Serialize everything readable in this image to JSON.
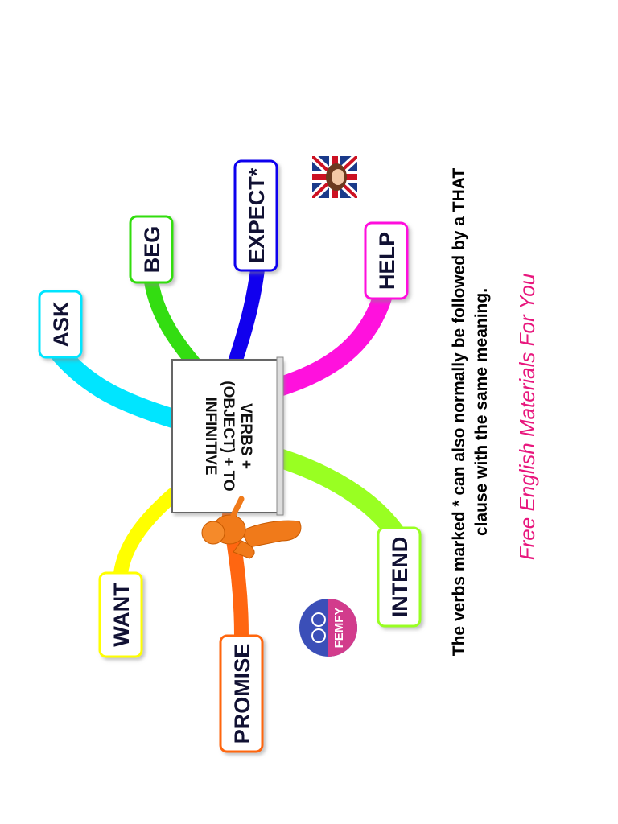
{
  "center": {
    "line1": "VERBS +",
    "line2": "(OBJECT) + TO",
    "line3": "INFINITIVE"
  },
  "nodes": [
    {
      "id": "ask",
      "label": "ASK",
      "color": "#00e5ff"
    },
    {
      "id": "beg",
      "label": "BEG",
      "color": "#33dd11"
    },
    {
      "id": "expect",
      "label": "EXPECT*",
      "color": "#1100ee"
    },
    {
      "id": "help",
      "label": "HELP",
      "color": "#ff11dd"
    },
    {
      "id": "want",
      "label": "WANT",
      "color": "#ffff00"
    },
    {
      "id": "promise",
      "label": "PROMISE",
      "color": "#ff6611"
    },
    {
      "id": "intend",
      "label": "INTEND",
      "color": "#99ff22"
    }
  ],
  "note": {
    "line1": "The verbs marked * can also normally be followed by a THAT",
    "line2": "clause with the same meaning."
  },
  "brand": {
    "text": "Free English Materials For You",
    "color": "#e8177d"
  },
  "logo": {
    "text": "FEMFY",
    "color": "#3b4fb8"
  },
  "icons": {
    "figure": "orange-figure-icon",
    "flag": "union-jack-portrait-icon",
    "logo": "femfy-logo-icon"
  }
}
